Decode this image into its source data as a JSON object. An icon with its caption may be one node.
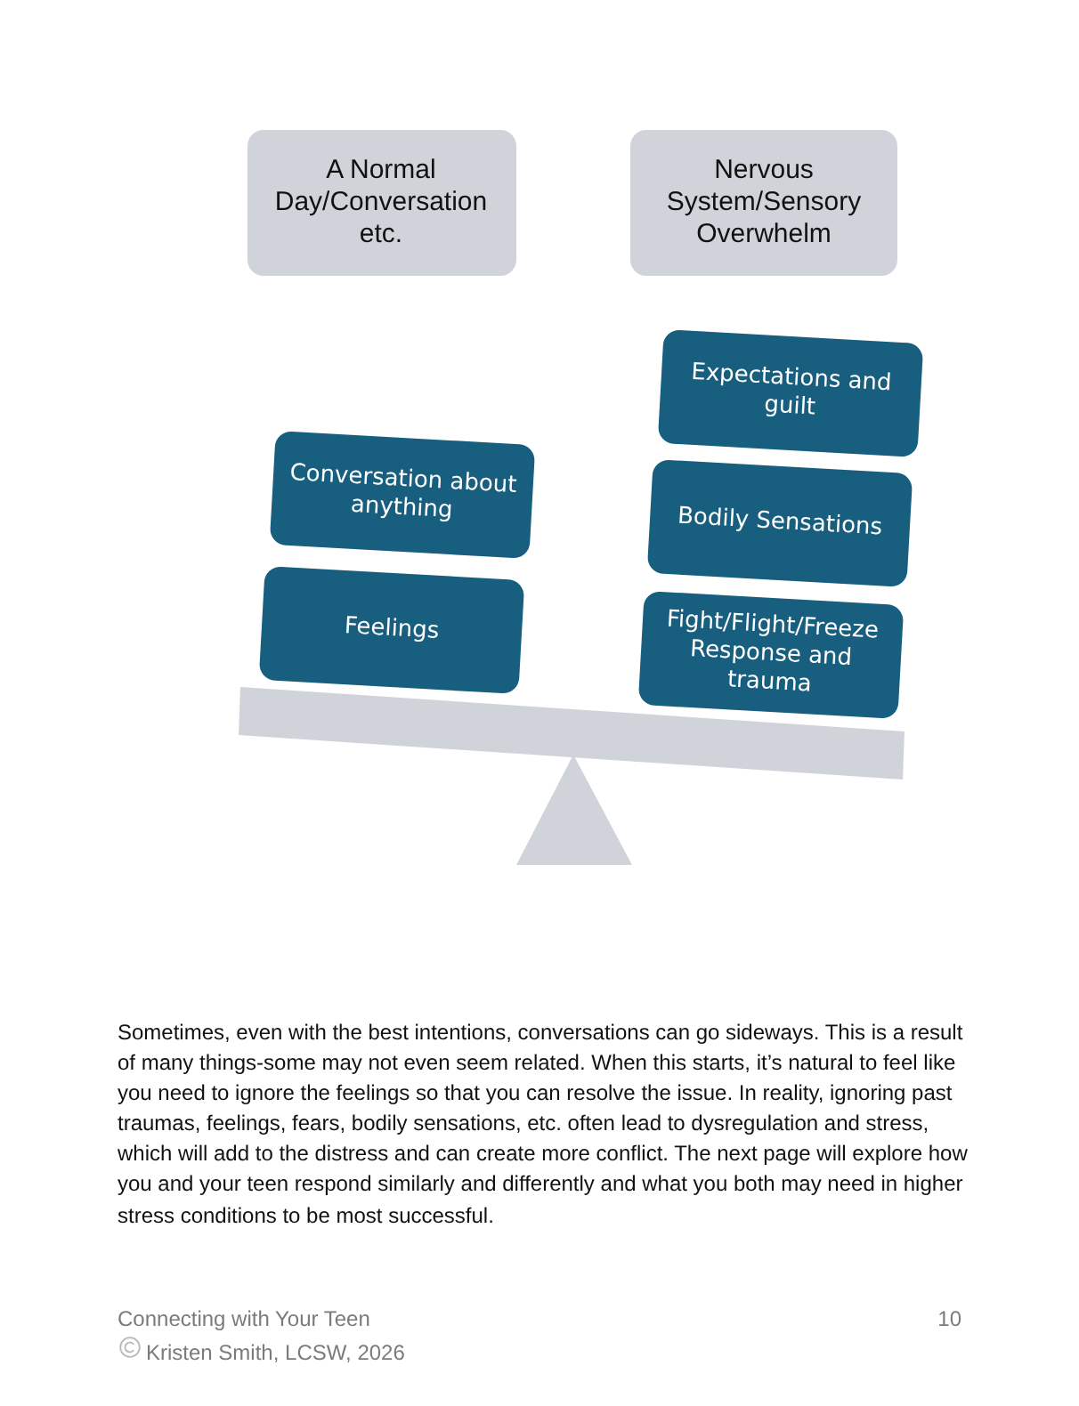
{
  "diagram": {
    "nodes": [
      {
        "text": [
          "A Normal Day/Conversation etc."
        ]
      },
      {
        "text": [
          "Nervous System/Sensory Overwhelm"
        ]
      },
      {
        "text": [
          "Conversation about anything"
        ]
      },
      {
        "text": [
          "Feelings"
        ]
      },
      {
        "text": [
          "Expectations and guilt"
        ]
      },
      {
        "text": [
          "Bodily Sensations"
        ]
      },
      {
        "text": [
          "Fight/Flight/Freeze Response and trauma"
        ]
      }
    ],
    "labels": [
      "Sometimes, even with the best intentions, conversations can go sideways. This is a result of many things-some may not even seem related. When this starts, it’s natural to feel like you need to ignore the feelings so that you can resolve the issue. In reality, ignoring past traumas, feelings, fears, bodily sensations, etc. often lead to dysregulation and stress, which will add to the distress and can create more conflict. The next page will explore how you and your teen respond similarly and differently and what you both may need in higher stress conditions to be most successful.",
      "Connecting with Your Teen",
      "10",
      "Kristen Smith, LCSW, 2026"
    ]
  }
}
